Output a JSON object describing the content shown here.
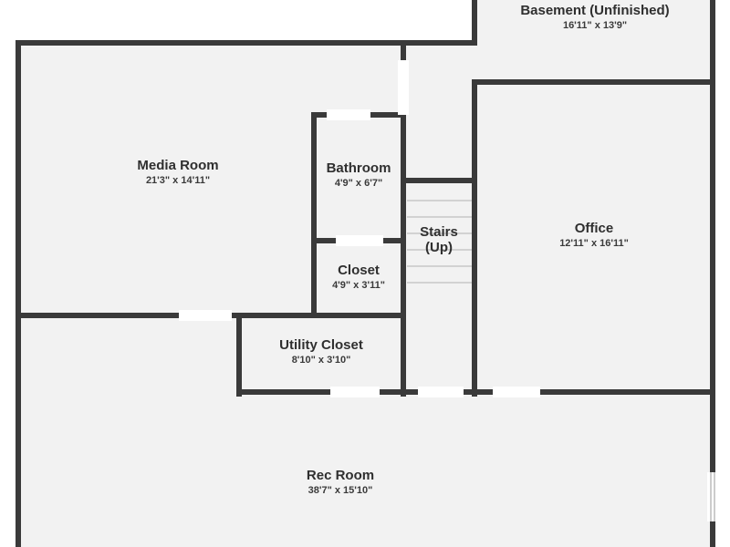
{
  "colors": {
    "wall": "#3a3a3a",
    "floor": "#f2f2f2",
    "opening": "#ffffff",
    "stair_line": "#c8c8c8",
    "text": "#2f2f2f"
  },
  "rooms": {
    "basement": {
      "name": "Basement (Unfinished)",
      "dims": "16'11\" x 13'9\""
    },
    "media": {
      "name": "Media Room",
      "dims": "21'3\" x 14'11\""
    },
    "bathroom": {
      "name": "Bathroom",
      "dims": "4'9\" x 6'7\""
    },
    "closet": {
      "name": "Closet",
      "dims": "4'9\" x 3'11\""
    },
    "stairs": {
      "name": "Stairs",
      "name2": "(Up)"
    },
    "office": {
      "name": "Office",
      "dims": "12'11\" x 16'11\""
    },
    "utility": {
      "name": "Utility Closet",
      "dims": "8'10\" x 3'10\""
    },
    "rec": {
      "name": "Rec Room",
      "dims": "38'7\" x 15'10\""
    }
  }
}
